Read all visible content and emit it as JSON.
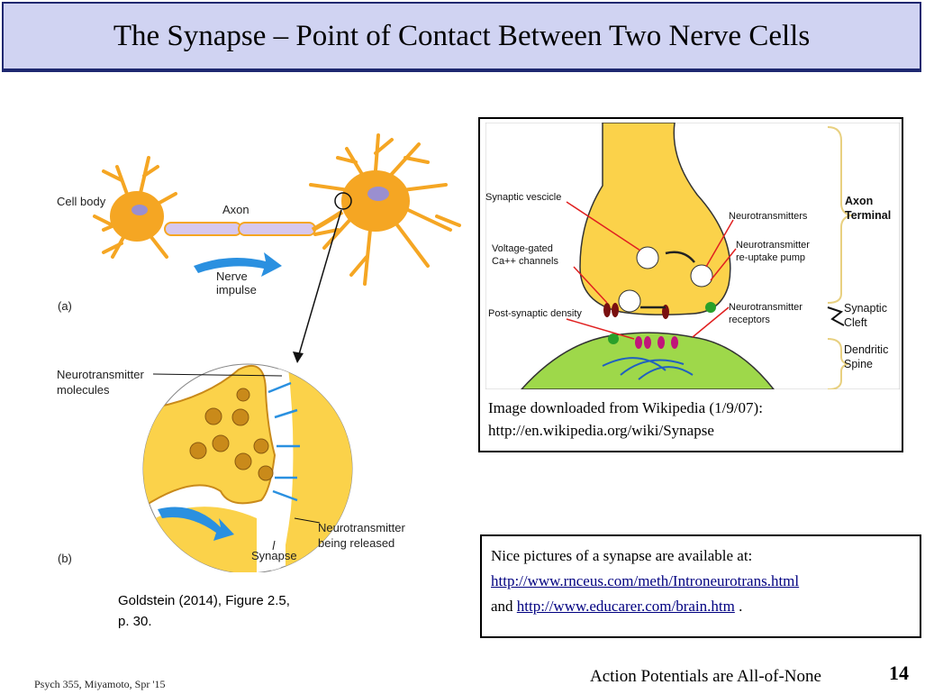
{
  "title": "The Synapse – Point of Contact Between Two Nerve Cells",
  "left_figure": {
    "labels": {
      "cell_body": "Cell body",
      "axon": "Axon",
      "nerve_impulse_1": "Nerve",
      "nerve_impulse_2": "impulse",
      "panel_a": "(a)",
      "nt_molecules_1": "Neurotransmitter",
      "nt_molecules_2": "molecules",
      "nt_released_1": "Neurotransmitter",
      "nt_released_2": "being released",
      "synapse": "Synapse",
      "panel_b": "(b)"
    },
    "caption_line1": "Goldstein (2014), Figure 2.5,",
    "caption_line2": "p. 30."
  },
  "wiki_figure": {
    "labels": {
      "synaptic_vescicle": "Synaptic vescicle",
      "vg_channels_1": "Voltage-gated",
      "vg_channels_2": "Ca++ channels",
      "post_synaptic_density": "Post-synaptic density",
      "neurotransmitters": "Neurotransmitters",
      "reuptake_1": "Neurotransmitter",
      "reuptake_2": "re-uptake pump",
      "receptors_1": "Neurotransmitter",
      "receptors_2": "receptors",
      "axon_terminal_1": "Axon",
      "axon_terminal_2": "Terminal",
      "synaptic_cleft_1": "Synaptic",
      "synaptic_cleft_2": "Cleft",
      "dendritic_spine_1": "Dendritic",
      "dendritic_spine_2": "Spine"
    },
    "caption_line1": "Image downloaded from Wikipedia (1/9/07):",
    "caption_line2": "http://en.wikipedia.org/wiki/Synapse"
  },
  "links": {
    "intro": "Nice pictures of a synapse are available at:",
    "link1": "http://www.rnceus.com/meth/Introneurotrans.html",
    "and": "and",
    "link2": "http://www.educarer.com/brain.htm",
    "period": "."
  },
  "footer": {
    "left": "Psych 355, Miyamoto, Spr '15",
    "right": "Action Potentials are All-of-None",
    "page_number": "14"
  },
  "colors": {
    "title_bg": "#d0d3f2",
    "title_border": "#1e2870",
    "neuron": "#f5a623",
    "terminal": "#fbd24a",
    "spine": "#9ed84a",
    "arrow": "#e02020",
    "impulse_arrow": "#2a90e0"
  }
}
